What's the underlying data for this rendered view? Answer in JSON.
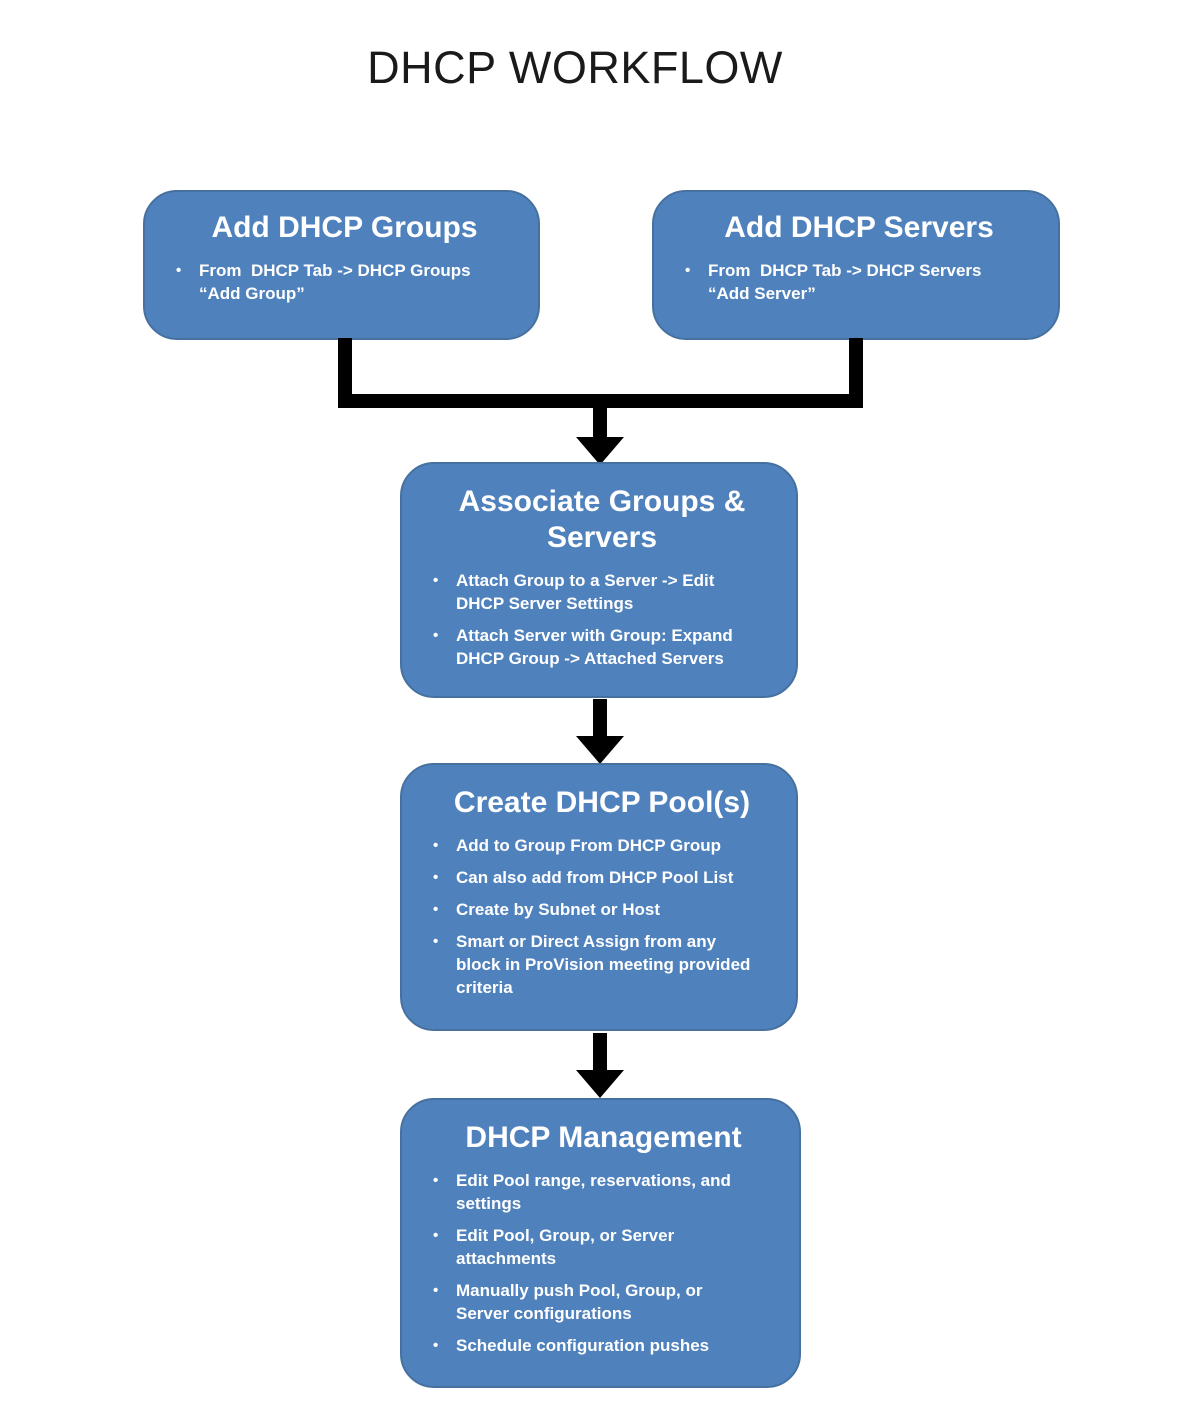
{
  "title": "DHCP WORKFLOW",
  "colors": {
    "box_fill": "#4f81bd",
    "box_border": "#46719f",
    "box_text": "#ffffff",
    "connector": "#000000",
    "title_text": "#1a1a1a",
    "page_bg": "#ffffff"
  },
  "boxes": [
    {
      "title": "Add DHCP Groups",
      "bullets": [
        "From  DHCP Tab -> DHCP Groups\n“Add Group”"
      ]
    },
    {
      "title": "Add DHCP Servers",
      "bullets": [
        "From  DHCP Tab -> DHCP Servers\n“Add Server”"
      ]
    },
    {
      "title": "Associate Groups & Servers",
      "bullets": [
        "Attach Group to a Server -> Edit\nDHCP Server Settings",
        "Attach Server with Group: Expand\nDHCP Group -> Attached Servers"
      ]
    },
    {
      "title": "Create DHCP Pool(s)",
      "bullets": [
        "Add to Group From DHCP Group",
        "Can also add from DHCP Pool List",
        "Create by Subnet or Host",
        "Smart or Direct Assign from any\nblock in ProVision meeting provided\ncriteria"
      ]
    },
    {
      "title": "DHCP Management",
      "bullets": [
        "Edit Pool range, reservations, and\nsettings",
        "Edit Pool, Group, or Server\nattachments",
        "Manually push Pool, Group, or\nServer configurations",
        "Schedule configuration pushes"
      ]
    }
  ]
}
